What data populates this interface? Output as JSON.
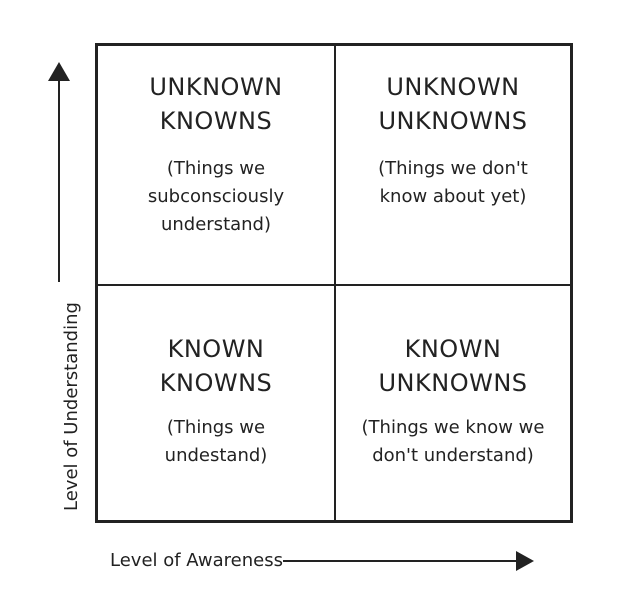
{
  "quadrants": {
    "top_left": {
      "title_line1": "UNKNOWN",
      "title_line2": "KNOWNS",
      "desc_line1": "(Things we",
      "desc_line2": "subconsciously",
      "desc_line3": "understand)"
    },
    "top_right": {
      "title_line1": "UNKNOWN",
      "title_line2": "UNKNOWNS",
      "desc_line1": "(Things we don't",
      "desc_line2": "know about yet)"
    },
    "bottom_left": {
      "title_line1": "KNOWN",
      "title_line2": "KNOWNS",
      "desc_line1": "(Things we",
      "desc_line2": "undestand)"
    },
    "bottom_right": {
      "title_line1": "KNOWN",
      "title_line2": "UNKNOWNS",
      "desc_line1": "(Things we know we",
      "desc_line2": "don't understand)"
    }
  },
  "axes": {
    "x_label": "Level of Awareness",
    "y_label": "Level of Understanding"
  },
  "colors": {
    "ink": "#222222",
    "background": "#ffffff"
  }
}
